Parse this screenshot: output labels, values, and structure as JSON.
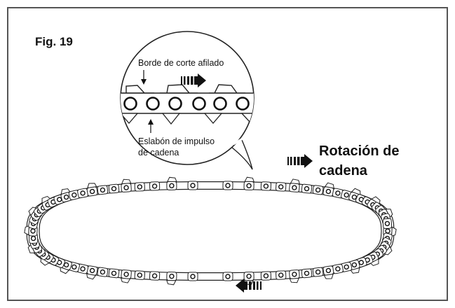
{
  "figure": {
    "title": "Fig. 19",
    "labels": {
      "cutting_edge": "Borde de corte afilado",
      "drive_link_line1": "Eslabón de impulso",
      "drive_link_line2": "de cadena",
      "rotation_line1": "Rotación de",
      "rotation_line2": "cadena"
    }
  },
  "colors": {
    "frame": "#555555",
    "ink": "#111111",
    "background": "#ffffff"
  },
  "icons": {
    "direction_arrows": [
      "arrow-right-icon",
      "arrow-right-icon",
      "arrow-left-icon"
    ]
  }
}
